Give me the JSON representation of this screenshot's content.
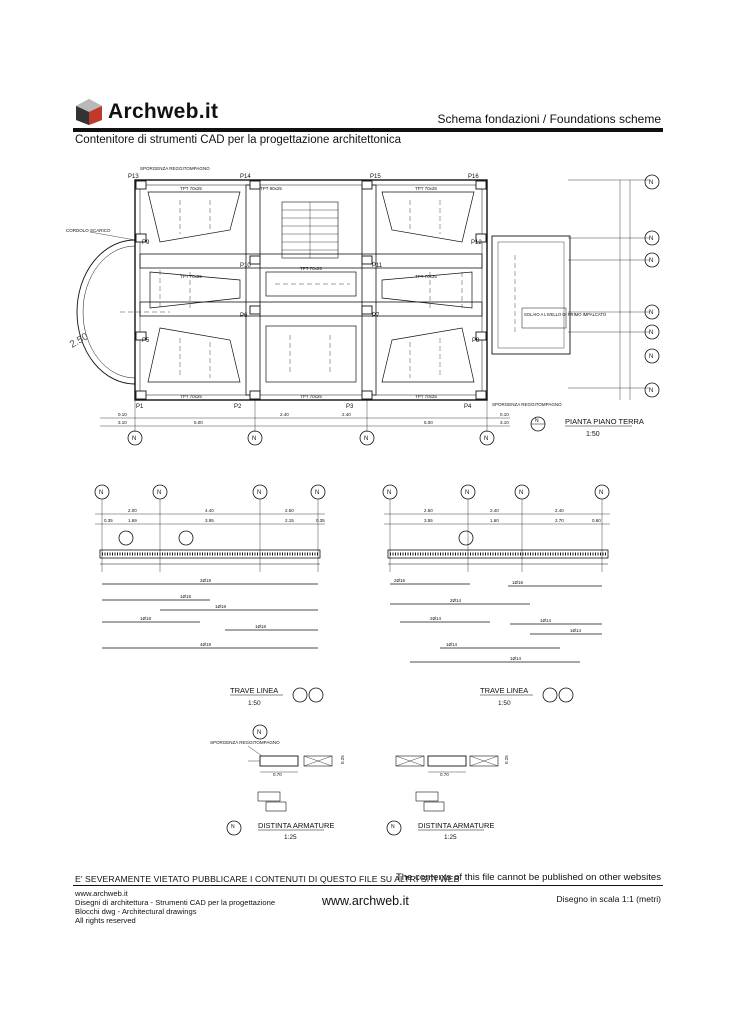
{
  "header": {
    "brand": "Archweb.it",
    "title": "Schema fondazioni  /  Foundations scheme",
    "subtitle": "Contenitore di strumenti CAD per la progettazione architettonica"
  },
  "plan": {
    "pillars": [
      "P13",
      "P14",
      "P15",
      "P16",
      "P9",
      "P12",
      "P10",
      "P11",
      "P6",
      "P7",
      "P5",
      "P8",
      "P1",
      "P2",
      "P3",
      "P4"
    ],
    "beams_top": [
      "TPT 70x25",
      "TPT 90x25",
      "TPT 70x25"
    ],
    "beams_mid": [
      "TPT 70x25",
      "TPT 70x25",
      "TPT 70x25"
    ],
    "beams_bottom": [
      "TPT 70x25",
      "TPT 70x25",
      "TPT 70x25"
    ],
    "sporgenza_top": "SPORGENZA REGGITOMPAGNO",
    "sporgenza_bottom": "SPORGENZA REGGITOMPAGNO",
    "cordolo": "CORDOLO SCARICO",
    "dimension_diagonal": "2.50",
    "solaio_box": "SOLAIO A LIVELLO DI PRIMO IMPALCATO",
    "dims_bottom_a": [
      "0.10",
      "2.40",
      "2.40",
      "0.10"
    ],
    "dims_bottom_b": [
      "3.10",
      "5.00",
      "5.00",
      "3.10"
    ],
    "plan_label": "PIANTA PIANO TERRA",
    "plan_scale": "1:50",
    "axis_tag": "N"
  },
  "beam_left": {
    "dims_top": [
      "2.00",
      "4.40",
      "2.50"
    ],
    "dims_sub": [
      "0.35",
      "1.69",
      "3.95",
      "2.15",
      "0.35"
    ],
    "rebar": [
      "2Ø18",
      "1Ø18",
      "1Ø18",
      "1Ø18",
      "1Ø18",
      "4Ø18"
    ],
    "label": "TRAVE LINEA",
    "scale": "1:50"
  },
  "beam_right": {
    "dims_top": [
      "2.50",
      "2.40",
      "2.40"
    ],
    "dims_sub": [
      "3.55",
      "1.60",
      "2.70",
      "0.60"
    ],
    "rebar": [
      "2Ø16",
      "1Ø16",
      "2Ø14",
      "2Ø14",
      "1Ø14",
      "1Ø14",
      "1Ø14",
      "1Ø14"
    ],
    "label": "TRAVE LINEA",
    "scale": "1:50"
  },
  "section_left": {
    "note": "SPORGENZA REGGITOMPAGNO",
    "width": "0.70",
    "height": "0.25",
    "label": "DISTINTA ARMATURE",
    "scale": "1:25"
  },
  "section_right": {
    "width": "0.70",
    "height": "0.25",
    "label": "DISTINTA ARMATURE",
    "scale": "1:25"
  },
  "footer": {
    "warning": "E' SEVERAMENTE VIETATO PUBBLICARE I CONTENUTI DI QUESTO FILE SU ALTRI SITI WEB",
    "warning_en": "The contents of this file cannot be published on other websites",
    "site": "www.archweb.it",
    "line1": "Disegni di architettura - Strumenti CAD  per la progettazione",
    "line2": "Blocchi dwg - Architectural drawings",
    "line3": "All rights reserved",
    "url": "www.archweb.it",
    "scale": "Disegno in scala 1:1 (metri)"
  },
  "colors": {
    "ink": "#111111",
    "logo_dark": "#333333",
    "logo_red": "#c0392b",
    "logo_gray": "#8a8a8a"
  }
}
